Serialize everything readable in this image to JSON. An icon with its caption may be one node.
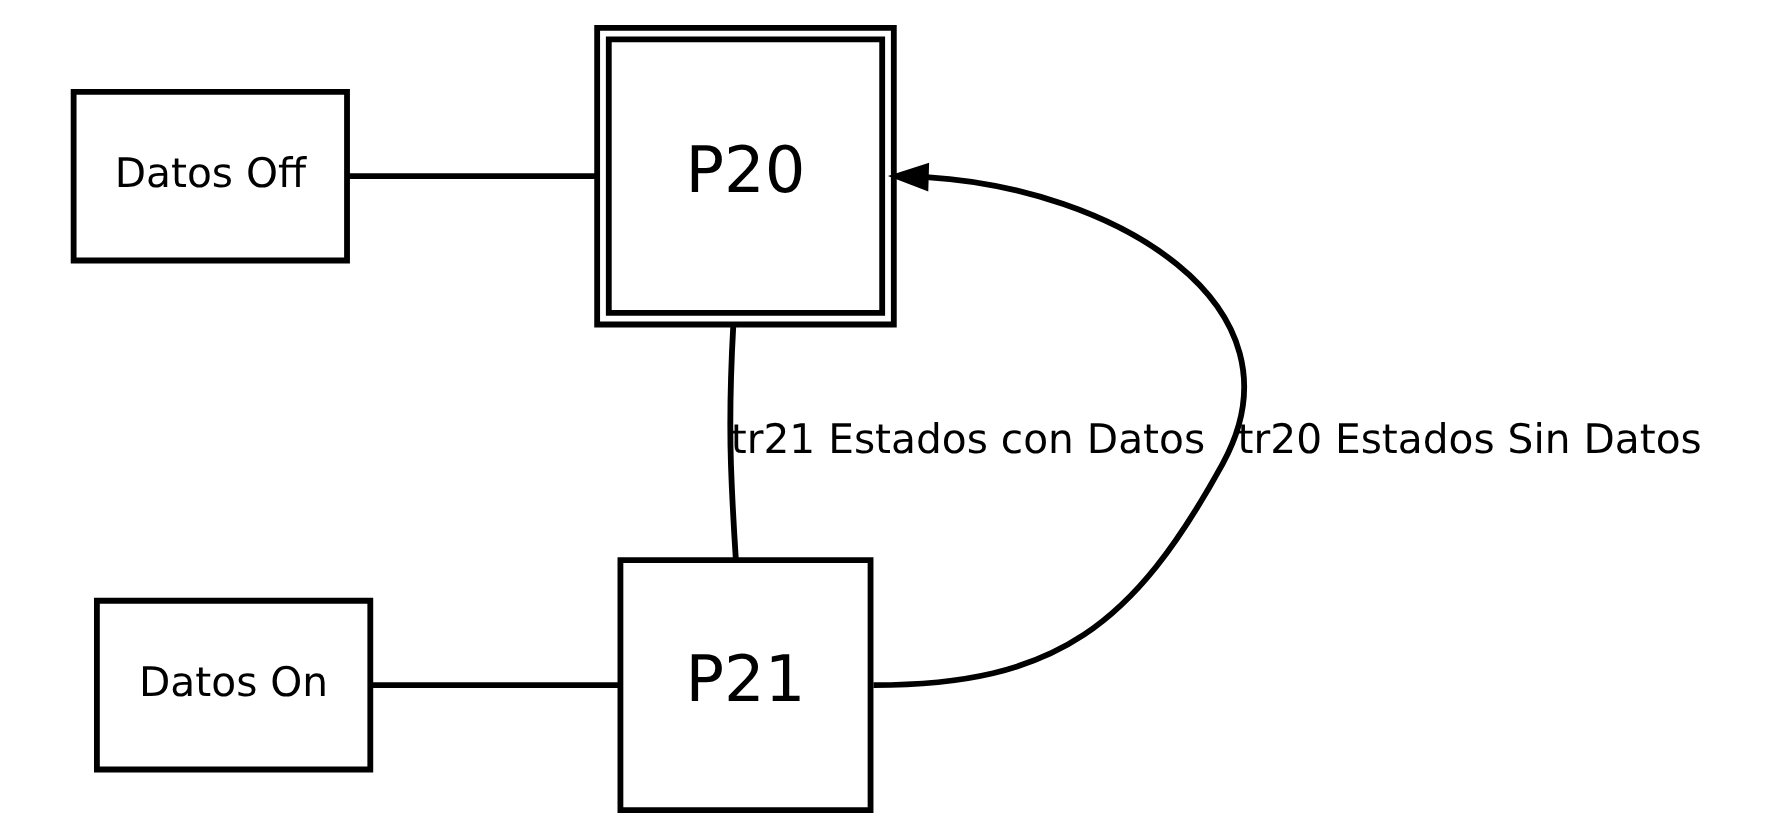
{
  "diagram": {
    "nodes": [
      {
        "text": [
          "Datos Off"
        ]
      },
      {
        "text": [
          "P20"
        ]
      },
      {
        "text": [
          "Datos On"
        ]
      },
      {
        "text": [
          "P21"
        ]
      }
    ],
    "edges": [
      {
        "from": 0,
        "to": 1,
        "arrow": "none"
      },
      {
        "from": 1,
        "to": 3,
        "arrow": "none",
        "label": "tr21 Estados con Datos"
      },
      {
        "from": 3,
        "to": 1,
        "arrow": "to",
        "label": "tr20 Estados Sin Datos"
      },
      {
        "from": 2,
        "to": 3,
        "arrow": "none"
      }
    ]
  }
}
